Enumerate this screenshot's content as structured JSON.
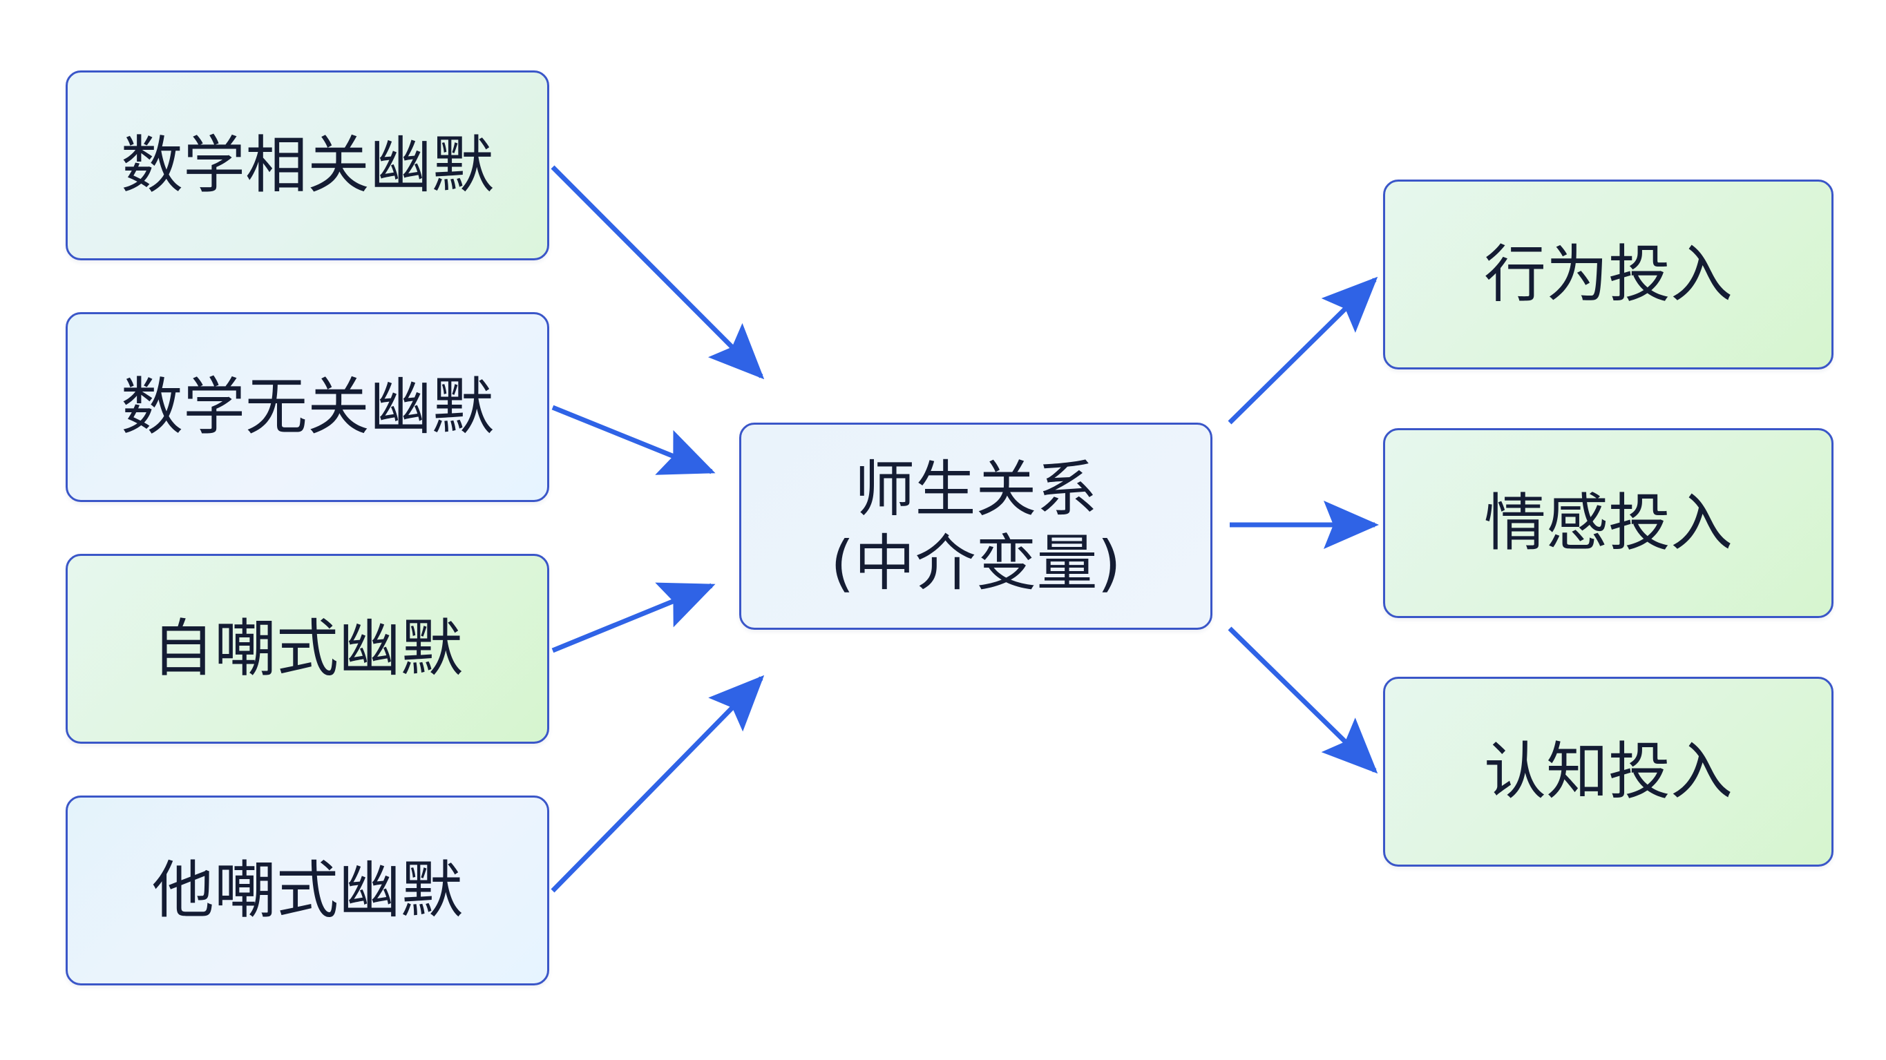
{
  "diagram": {
    "predictors": [
      {
        "label": "数学相关幽默"
      },
      {
        "label": "数学无关幽默"
      },
      {
        "label": "自嘲式幽默"
      },
      {
        "label": "他嘲式幽默"
      }
    ],
    "mediator": {
      "line1": "师生关系",
      "line2": "(中介变量)"
    },
    "outcomes": [
      {
        "label": "行为投入"
      },
      {
        "label": "情感投入"
      },
      {
        "label": "认知投入"
      }
    ]
  },
  "colors": {
    "arrow": "#2f63e6",
    "border": "#3a56c8",
    "text": "#141c33"
  }
}
